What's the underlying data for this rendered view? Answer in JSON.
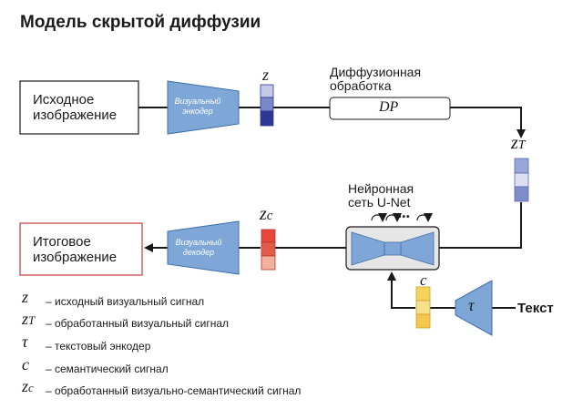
{
  "title": "Модель скрытой диффузии",
  "nodes": {
    "input_image": "Исходное изображение",
    "visual_encoder": "Визуальный энкодер",
    "diffusion_label": "Диффузионная обработка",
    "dp": "DP",
    "unet_label": "Нейронная сеть U-Net",
    "output_image": "Итоговое изображение",
    "visual_decoder": "Визуальный декодер",
    "tau": "τ",
    "text_input": "Текст",
    "unet_dots": "•••"
  },
  "symbols": {
    "z": "z",
    "z_T_base": "z",
    "z_T_sub": "T",
    "z_c_base": "z",
    "z_c_sub": "c",
    "c": "c"
  },
  "legend": [
    {
      "symbol": "z",
      "sub": "",
      "text": "– исходный визуальный сигнал"
    },
    {
      "symbol": "z",
      "sub": "T",
      "text": "– обработанный визуальный сигнал"
    },
    {
      "symbol": "τ",
      "sub": "",
      "text": "– текстовый энкодер"
    },
    {
      "symbol": "c",
      "sub": "",
      "text": "– семантический сигнал"
    },
    {
      "symbol": "z",
      "sub": "c",
      "text": "– обработанный визуально-семантический сигнал"
    }
  ],
  "colors": {
    "trapezoid_fill": "#7ea6d6",
    "trapezoid_stroke": "#3d6fa8",
    "output_box_stroke": "#c43b3b",
    "z_cells": [
      "#c4c9e8",
      "#7a86c9",
      "#2c3796"
    ],
    "zT_cells": [
      "#9aa6d8",
      "#dcdff2",
      "#7f8dcc"
    ],
    "zc_cells": [
      "#e8463a",
      "#e25b49",
      "#f3b09c"
    ],
    "c_cells": [
      "#f4d35a",
      "#f7e08a",
      "#f2c94c"
    ],
    "line": "#1a1a1a"
  }
}
